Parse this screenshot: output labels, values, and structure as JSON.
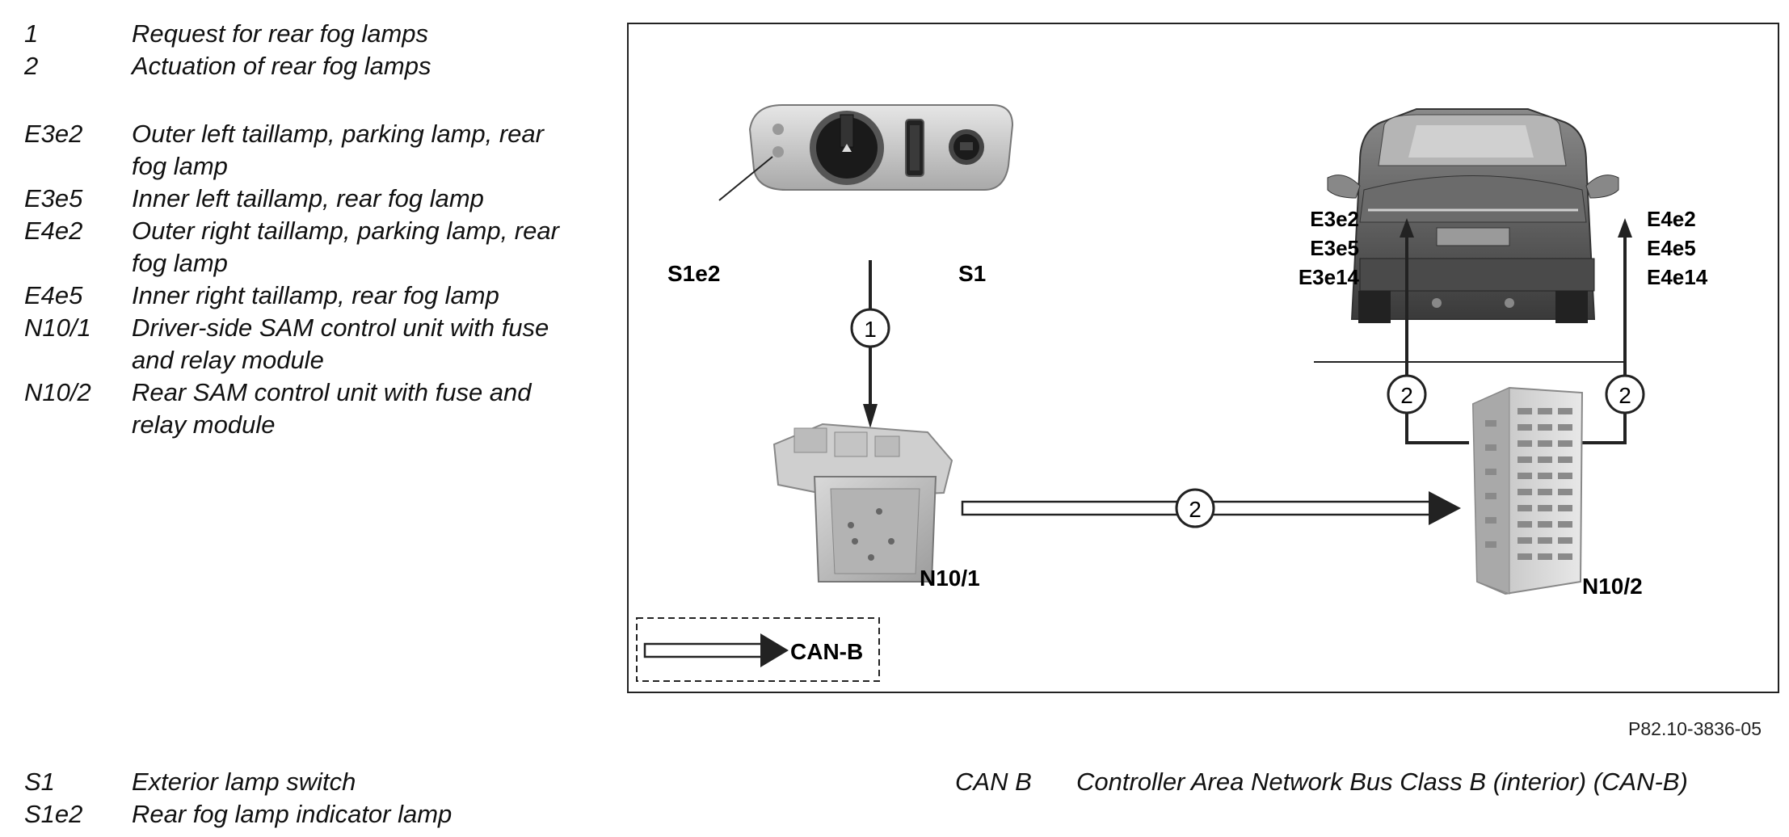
{
  "legend_top": [
    {
      "code": "1",
      "desc": "Request for rear fog lamps"
    },
    {
      "code": "2",
      "desc": "Actuation of rear fog lamps"
    },
    {
      "code": "E3e2",
      "desc": "Outer left taillamp, parking lamp, rear fog lamp"
    },
    {
      "code": "E3e5",
      "desc": "Inner left taillamp, rear fog lamp"
    },
    {
      "code": "E4e2",
      "desc": "Outer right taillamp, parking lamp, rear fog lamp"
    },
    {
      "code": "E4e5",
      "desc": "Inner right taillamp, rear fog lamp"
    },
    {
      "code": "N10/1",
      "desc": "Driver-side SAM control unit with fuse and relay module"
    },
    {
      "code": "N10/2",
      "desc": "Rear SAM control unit with fuse and relay module"
    }
  ],
  "legend_bottom_left": [
    {
      "code": "S1",
      "desc": "Exterior lamp switch"
    },
    {
      "code": "S1e2",
      "desc": "Rear fog lamp indicator lamp"
    }
  ],
  "legend_bottom_right": [
    {
      "code": "CAN B",
      "desc": "Controller Area Network Bus Class B (interior) (CAN-B)"
    }
  ],
  "reference_code": "P82.10-3836-05",
  "diagram": {
    "labels": {
      "s1e2": "S1e2",
      "s1": "S1",
      "n10_1": "N10/1",
      "n10_2": "N10/2",
      "left_lamps": [
        "E3e2",
        "E3e5",
        "E3e14"
      ],
      "right_lamps": [
        "E4e2",
        "E4e5",
        "E4e14"
      ],
      "can_b_key": "CAN-B"
    },
    "markers": {
      "request": "1",
      "can_actuation": "2",
      "left_actuation": "2",
      "right_actuation": "2"
    }
  }
}
